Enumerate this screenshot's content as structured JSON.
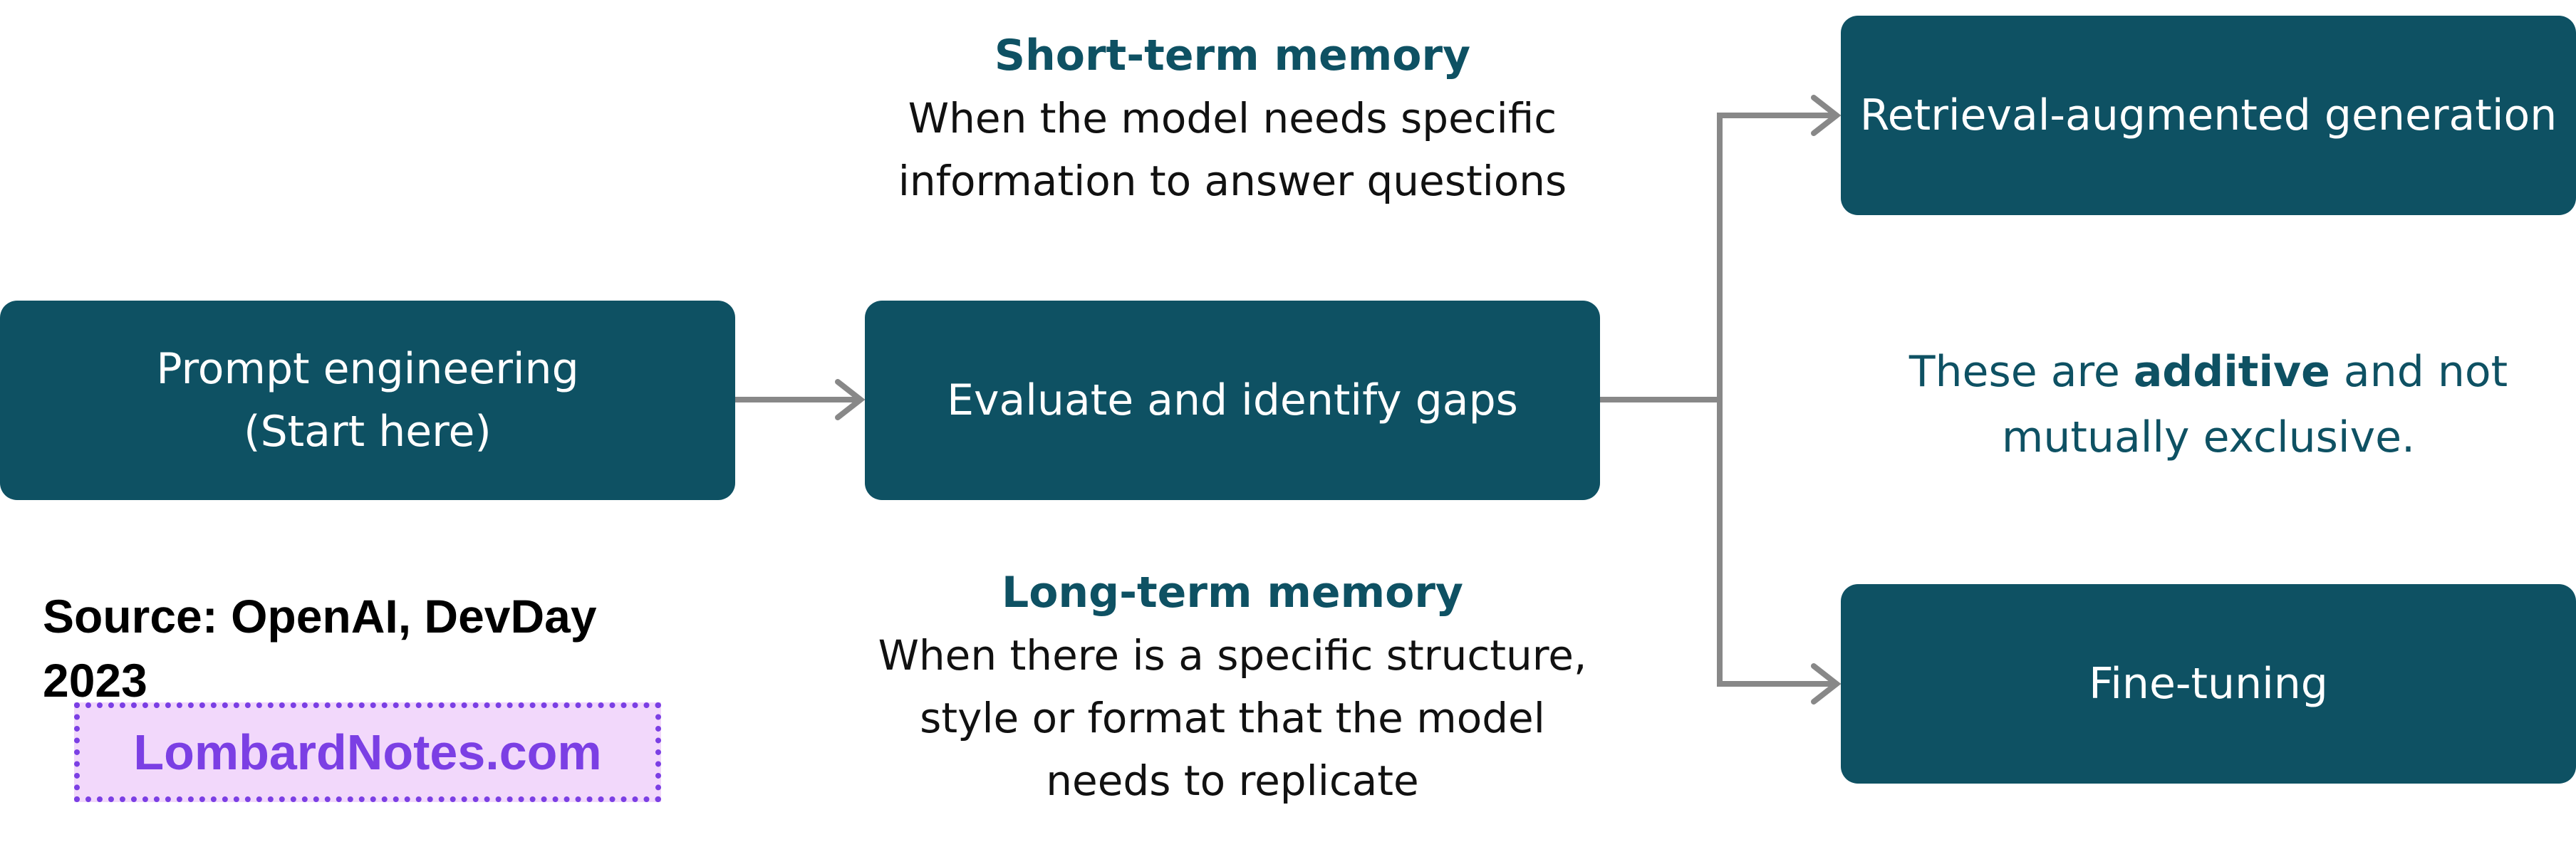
{
  "nodes": {
    "prompt": {
      "line1": "Prompt engineering",
      "line2": "(Start here)"
    },
    "evaluate": {
      "label": "Evaluate and identify gaps"
    },
    "rag": {
      "label": "Retrieval-augmented generation"
    },
    "fine_tuning": {
      "label": "Fine-tuning"
    }
  },
  "short_term": {
    "title": "Short-term memory",
    "line1": "When the model needs specific",
    "line2": "information to answer questions"
  },
  "long_term": {
    "title": "Long-term memory",
    "line1": "When there is a specific structure,",
    "line2": "style or format that the model",
    "line3": "needs to replicate"
  },
  "note": {
    "prefix": "These are ",
    "bold": "additive",
    "suffix": " and not",
    "line2": "mutually exclusive."
  },
  "source": "Source: OpenAI, DevDay 2023",
  "brand": "LombardNotes.com",
  "colors": {
    "node_fill": "#0e5163",
    "connector": "#888888",
    "brand_text": "#7b3fe4",
    "brand_fill": "#f2d8fb"
  }
}
